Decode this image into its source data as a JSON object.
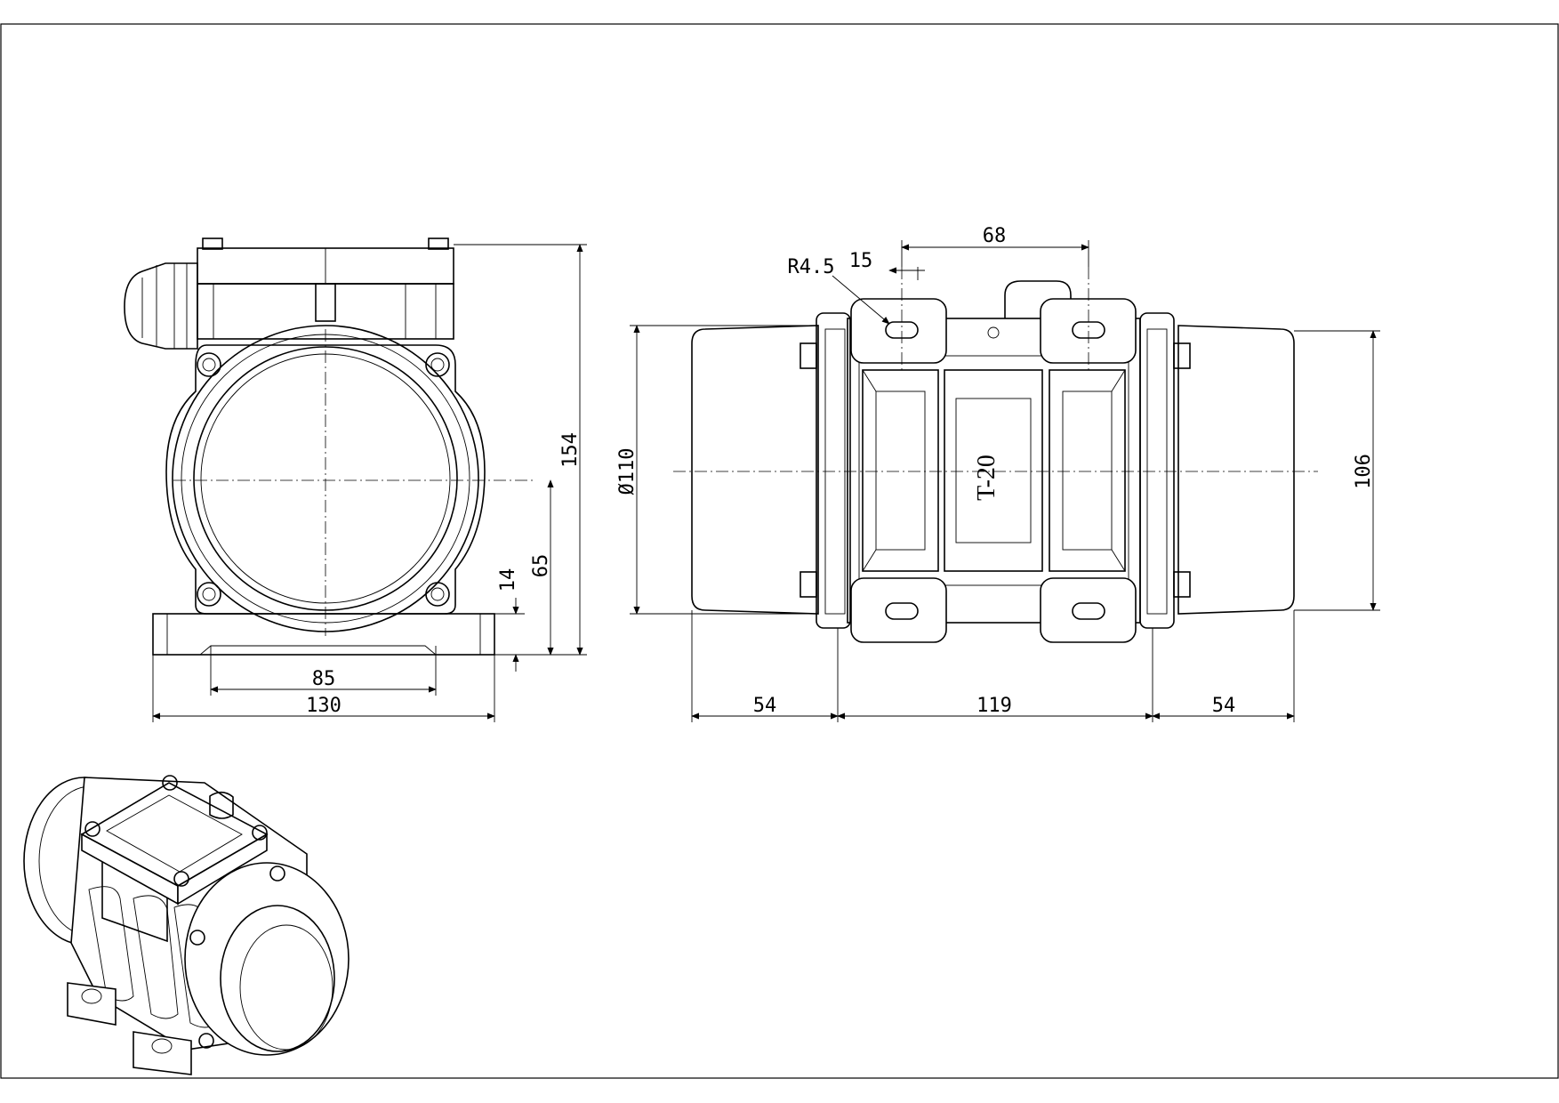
{
  "drawing": {
    "model_label": "T-20",
    "front_view": {
      "height_overall": "154",
      "shaft_height": "65",
      "base_thickness": "14",
      "hole_spacing": "85",
      "base_width": "130"
    },
    "side_view": {
      "slot_radius": "R4.5",
      "slot_length": "15",
      "slot_spacing": "68",
      "diameter": "Ø110",
      "end_cap_diameter": "106",
      "left_end_length": "54",
      "body_length": "119",
      "right_end_length": "54"
    }
  }
}
